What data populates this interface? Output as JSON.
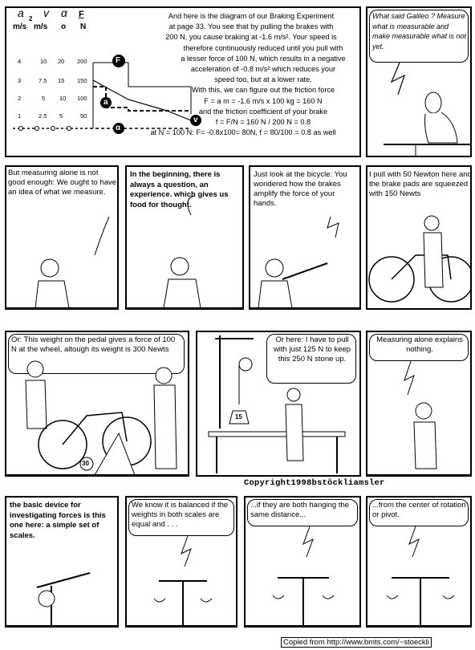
{
  "panel1": {
    "header": {
      "a": "a",
      "v": "v",
      "alpha": "α",
      "F": "F",
      "u1": "m/s",
      "u2": "m/s",
      "u3": "o",
      "u4": "N",
      "sup": "2"
    },
    "rows": [
      [
        "4",
        "10",
        "20",
        "200"
      ],
      [
        "3",
        "7.5",
        "15",
        "150"
      ],
      [
        "2",
        "5",
        "10",
        "100"
      ],
      [
        "1",
        "2.5",
        "5",
        "50"
      ]
    ],
    "labels": {
      "F": "F",
      "a": "a",
      "v": "v",
      "alpha": "α"
    },
    "text_lines": [
      "And here is the diagram of our Braking Experiment",
      "at page 33. You see that by pulling the brakes with",
      "200 N, you cause braking at -1.6 m/s². Your speed is",
      "therefore continuously reduced until you pull with",
      "a lesser force of 100 N, which results in a negative",
      "acceleration of -0.8 m/s² which reduces your",
      "speed too, but at a lower rate.",
      "With this, we can figure out the friction force",
      "F = a m = -1.6 m/s   x 100 kg  = 160 N",
      "and the friction coefficient of your brake",
      "f = F/N = 160 N / 200 N = 0.8",
      "at N = 100 N: F= -0.8x100= 80N, f = 80/100 = 0.8 as well"
    ]
  },
  "panel2": {
    "text": "What said Galileo ? Measure what is measurable and make measurable what is not yet."
  },
  "panel3": {
    "text": "But measuring alone is not good enough: We ought to have an idea of what we measure."
  },
  "panel4": {
    "text": "In the beginning, there is always a question, an experience. which gives us food for thought."
  },
  "panel5": {
    "text": "Just look at the bicycle: You wondered how the brakes amplify the force of your hands."
  },
  "panel6": {
    "text": "I pull with 50 Newton here and the brake pads are squeezed with 150 Newts"
  },
  "panel7": {
    "text": "Or: This weight on the pedal gives a force of 100 N at the wheel, altough its weight is 300 Newts",
    "weight_label": "30"
  },
  "panel8": {
    "text": "Or here: I have to pull with just 125 N to keep this 250 N stone up.",
    "weight_label": "15"
  },
  "panel9": {
    "text": "Measuring alone explains nothing."
  },
  "panel10": {
    "text": "the basic device for investigating forces is this one here: a simple set of scales."
  },
  "panel11": {
    "text": "We know it is balanced if the weights in both scales are equal and . . ."
  },
  "panel12": {
    "text": "...if they are both hanging the same distance..."
  },
  "panel13": {
    "text": "...from the center of rotation or pivot."
  },
  "copyright": "Copyright1998bstöckliamsler",
  "footer": "Copied from http://www.bmts.com/~stoeckli"
}
